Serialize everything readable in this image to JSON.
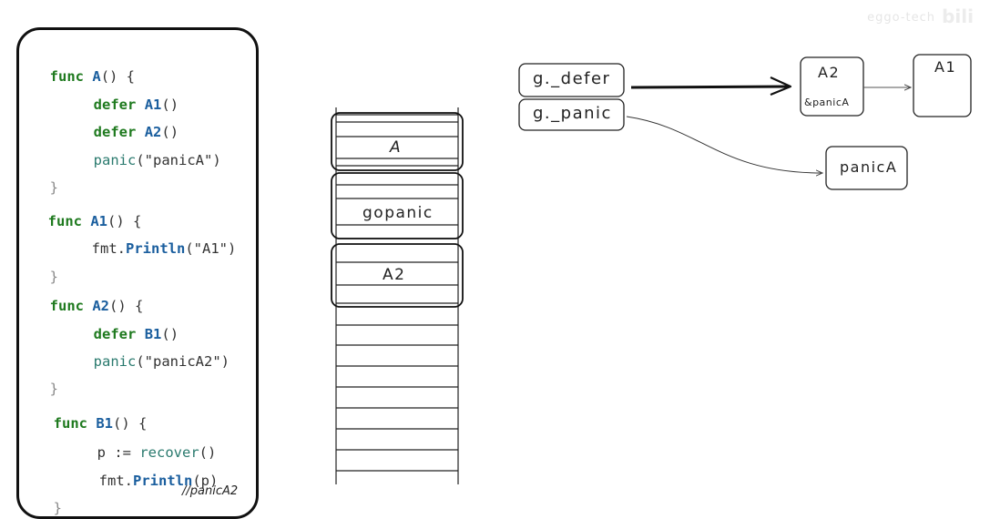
{
  "code": {
    "line1": {
      "kw": "func",
      "name": "A",
      "rest": "() {"
    },
    "line2": {
      "kw": "defer",
      "name": "A1",
      "rest": "()"
    },
    "line3": {
      "kw": "defer",
      "name": "A2",
      "rest": "()"
    },
    "line4": {
      "call": "panic",
      "rest": "(\"panicA\")"
    },
    "line5": {
      "brace": "}"
    },
    "line6": {
      "kw": "func",
      "name": "A1",
      "rest": "() {"
    },
    "line7": {
      "pkg": "fmt.",
      "name": "Println",
      "rest": "(\"A1\")"
    },
    "line8": {
      "brace": "}"
    },
    "line9": {
      "kw": "func",
      "name": "A2",
      "rest": "() {"
    },
    "line10": {
      "kw": "defer",
      "name": "B1",
      "rest": "()"
    },
    "line11": {
      "call": "panic",
      "rest": "(\"panicA2\")"
    },
    "line12": {
      "brace": "}"
    },
    "line13": {
      "kw": "func",
      "name": "B1",
      "rest": "() {"
    },
    "line14": {
      "pre": "p := ",
      "call": "recover",
      "rest": "()"
    },
    "line15": {
      "pkg": "fmt.",
      "name": "Println",
      "rest": "(p)"
    },
    "line16": {
      "brace": "}"
    },
    "comment": "//panicA2"
  },
  "stack": {
    "frame_a": "A",
    "frame_gopanic": "gopanic",
    "frame_a2": "A2"
  },
  "goroutine": {
    "defer_label": "g._defer",
    "panic_label": "g._panic"
  },
  "defer_chain": {
    "node1_title": "A2",
    "node1_sub": "&panicA",
    "node2_title": "A1"
  },
  "panic_chain": {
    "node1": "panicA"
  },
  "watermark": {
    "text": "eggo-tech",
    "logo": "bili"
  },
  "colors": {
    "keyword": "#1f7a1f",
    "func_name": "#1a5e9e",
    "builtin_call": "#2a7a6e",
    "stroke": "#222222"
  }
}
